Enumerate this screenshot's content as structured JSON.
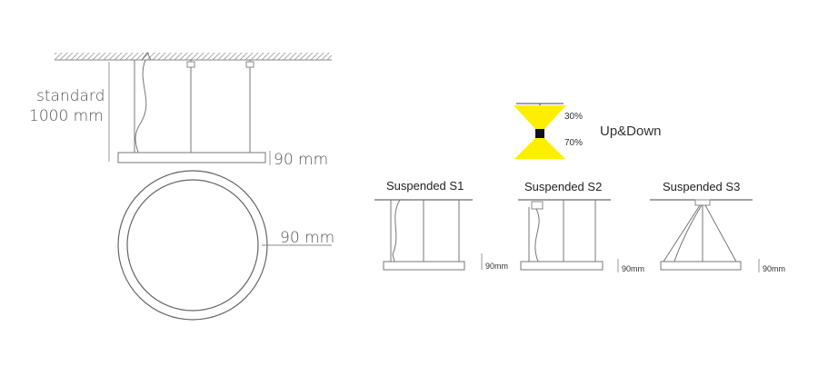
{
  "main_view": {
    "height_label_line1": "standard",
    "height_label_line2": "1000 mm",
    "thickness_label": "90 mm",
    "ring_width_label": "90 mm"
  },
  "light_distribution": {
    "label": "Up&Down",
    "up_percent": "30%",
    "down_percent": "70%",
    "beam_color": "#ffee00"
  },
  "variants": [
    {
      "title": "Suspended S1",
      "dimension": "90mm"
    },
    {
      "title": "Suspended S2",
      "dimension": "90mm"
    },
    {
      "title": "Suspended S3",
      "dimension": "90mm"
    }
  ]
}
